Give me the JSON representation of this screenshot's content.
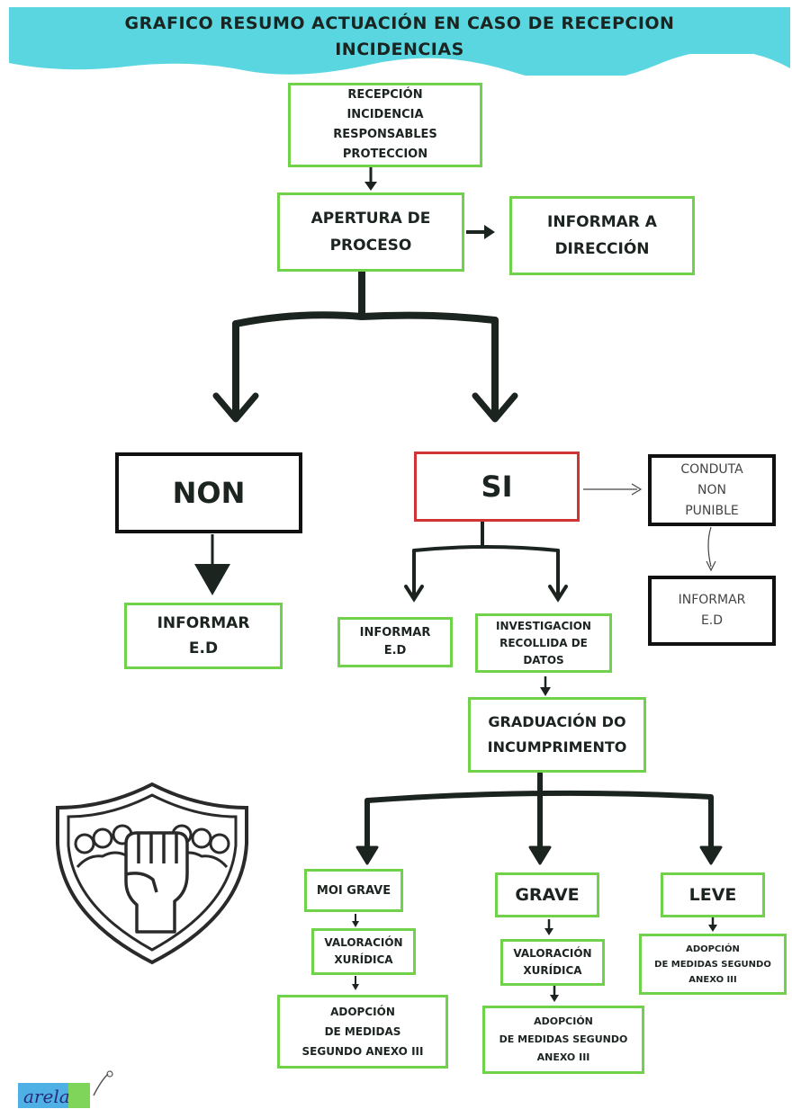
{
  "title": {
    "line1": "GRAFICO RESUMO ACTUACIÓN EN CASO DE RECEPCION",
    "line2": "INCIDENCIAS"
  },
  "nodes": {
    "recepcion": [
      "RECEPCIÓN",
      "INCIDENCIA",
      "RESPONSABLES",
      "PROTECCION"
    ],
    "apertura": [
      "APERTURA DE",
      "PROCESO"
    ],
    "informar_direccion": [
      "INFORMAR A",
      "DIRECCIÓN"
    ],
    "non": "NON",
    "si": "SI",
    "conduta": [
      "CONDUTA",
      "NON",
      "PUNIBLE"
    ],
    "informar_ed_right": [
      "INFORMAR",
      "E.D"
    ],
    "informar_ed_non": [
      "INFORMAR",
      "E.D"
    ],
    "informar_ed_si": [
      "INFORMAR",
      "E.D"
    ],
    "investigacion": [
      "INVESTIGACION",
      "RECOLLIDA DE",
      "DATOS"
    ],
    "graduacion": [
      "GRADUACIÓN DO",
      "INCUMPRIMENTO"
    ],
    "moi_grave": "MOI GRAVE",
    "grave": "GRAVE",
    "leve": "LEVE",
    "valoracion_1": [
      "VALORACIÓN",
      "XURÍDICA"
    ],
    "valoracion_2": [
      "VALORACIÓN",
      "XURÍDICA"
    ],
    "adopcion_1": [
      "ADOPCIÓN",
      "DE MEDIDAS",
      "SEGUNDO ANEXO III"
    ],
    "adopcion_2": [
      "ADOPCIÓN",
      "DE MEDIDAS SEGUNDO",
      "ANEXO III"
    ],
    "adopcion_3": [
      "ADOPCIÓN",
      "DE MEDIDAS SEGUNDO",
      "ANEXO III"
    ]
  },
  "logo": {
    "text": "arela",
    "icon": "pencil-icon"
  },
  "shield_icon": "raised-fist-shield-icon",
  "colors": {
    "banner": "#5ad6e0",
    "green_border": "#6fd24a",
    "red_border": "#d03434",
    "black": "#111111"
  }
}
